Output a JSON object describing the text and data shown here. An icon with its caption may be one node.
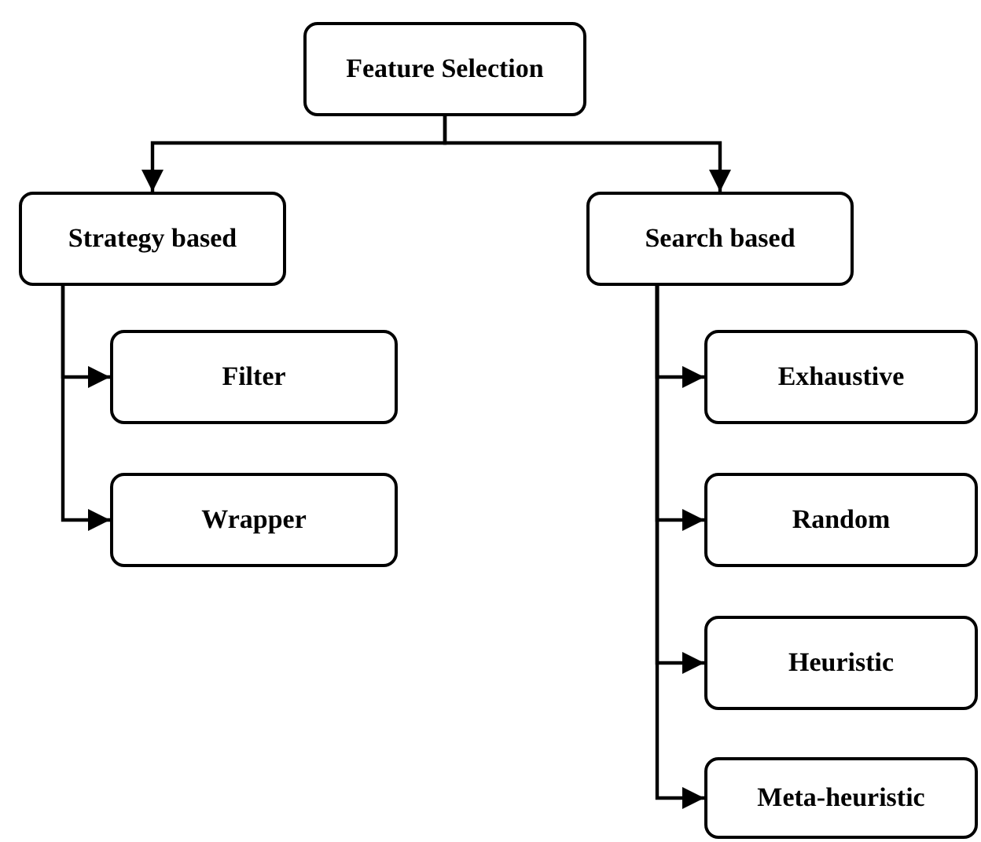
{
  "diagram": {
    "nodes": [
      {
        "text": [
          "Feature Selection"
        ]
      },
      {
        "text": [
          "Strategy based"
        ]
      },
      {
        "text": [
          "Search based"
        ]
      },
      {
        "text": [
          "Filter"
        ]
      },
      {
        "text": [
          "Wrapper"
        ]
      },
      {
        "text": [
          "Exhaustive"
        ]
      },
      {
        "text": [
          "Random"
        ]
      },
      {
        "text": [
          "Heuristic"
        ]
      },
      {
        "text": [
          "Meta-heuristic"
        ]
      }
    ],
    "edges": [
      {
        "from": 0,
        "to": 1,
        "arrow": "to"
      },
      {
        "from": 0,
        "to": 2,
        "arrow": "to"
      },
      {
        "from": 1,
        "to": 3,
        "arrow": "to"
      },
      {
        "from": 1,
        "to": 4,
        "arrow": "to"
      },
      {
        "from": 2,
        "to": 5,
        "arrow": "to"
      },
      {
        "from": 2,
        "to": 6,
        "arrow": "to"
      },
      {
        "from": 2,
        "to": 7,
        "arrow": "to"
      },
      {
        "from": 2,
        "to": 8,
        "arrow": "to"
      }
    ]
  }
}
